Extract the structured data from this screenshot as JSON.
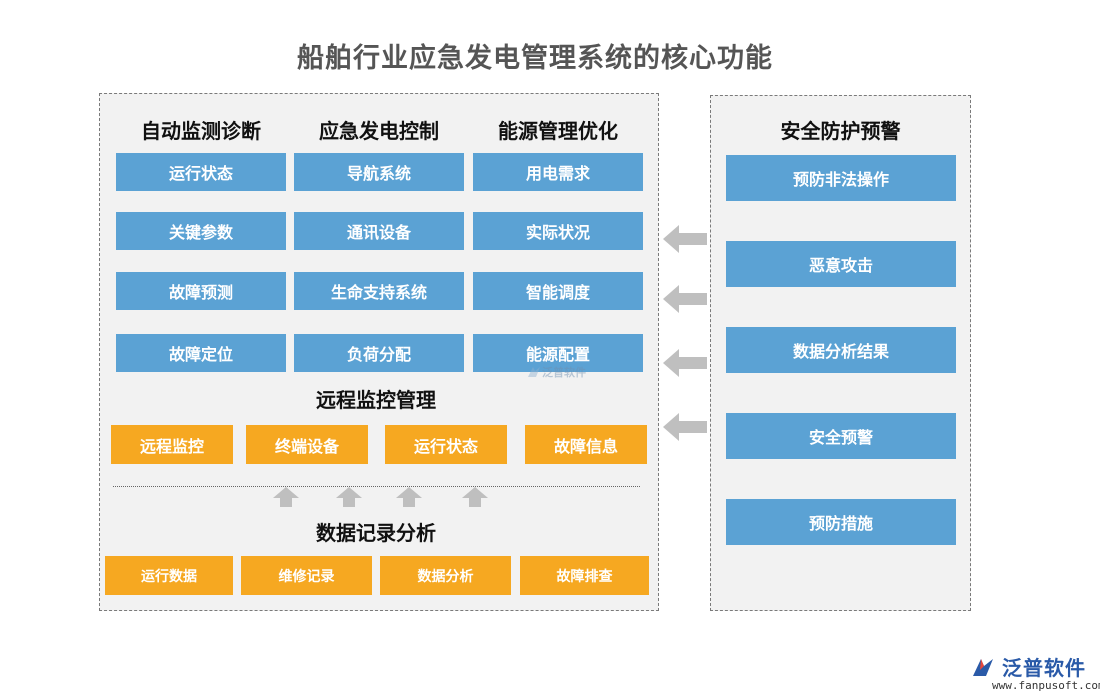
{
  "title": "船舶行业应急发电管理系统的核心功能",
  "columns": [
    {
      "head": "自动监测诊断",
      "items": [
        "运行状态",
        "关键参数",
        "故障预测",
        "故障定位"
      ]
    },
    {
      "head": "应急发电控制",
      "items": [
        "导航系统",
        "通讯设备",
        "生命支持系统",
        "负荷分配"
      ]
    },
    {
      "head": "能源管理优化",
      "items": [
        "用电需求",
        "实际状况",
        "智能调度",
        "能源配置"
      ]
    }
  ],
  "remote": {
    "head": "远程监控管理",
    "items": [
      "远程监控",
      "终端设备",
      "运行状态",
      "故障信息"
    ]
  },
  "records": {
    "head": "数据记录分析",
    "items": [
      "运行数据",
      "维修记录",
      "数据分析",
      "故障排查"
    ]
  },
  "security": {
    "head": "安全防护预警",
    "items": [
      "预防非法操作",
      "恶意攻击",
      "数据分析结果",
      "安全预警",
      "预防措施"
    ]
  },
  "watermark": "泛普软件",
  "logo": {
    "text": "泛普软件",
    "url": "www.fanpusoft.com"
  },
  "colors": {
    "blue": "#5ba2d4",
    "orange": "#f6a821",
    "arrow": "#bfbfbf",
    "panel": "#f2f2f2"
  }
}
